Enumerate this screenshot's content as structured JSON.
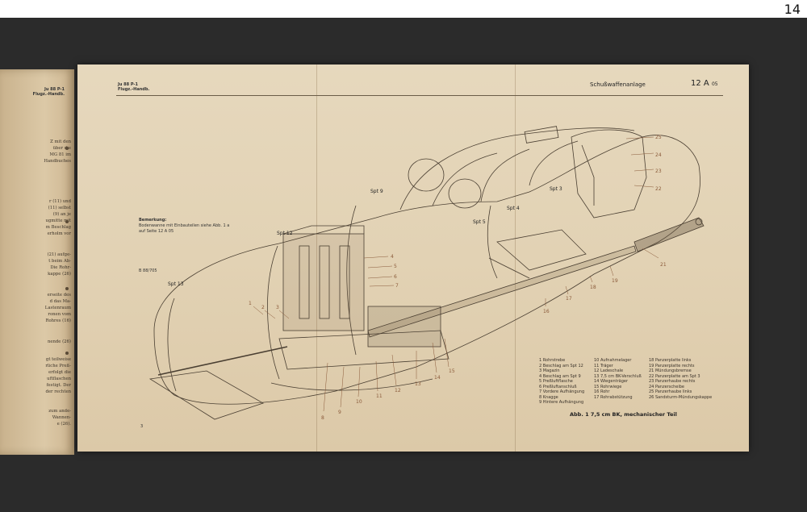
{
  "viewer": {
    "page_number": "14"
  },
  "left_page": {
    "header_lines": [
      "Ju 88 P-1",
      "Flugz.-Handb."
    ],
    "text_fragments": [
      "Z mit den",
      "über die",
      "MG 81 im",
      "Handbuches",
      "r (11) und",
      "(11) selbst",
      "(9) an je",
      "ugmitte mit",
      "m Beschlag",
      "erholm vor",
      "(21) aufge-",
      "t beim Ab-",
      "Die Rohr-",
      "kappe (26)",
      "erseite des",
      "d das Ma-",
      "Lastenraum",
      "ronen vom",
      "Rohres (16)",
      "nende (26)",
      "gt teilweise",
      "rliche Preß-",
      "erfolgt die",
      "uftflaschen",
      "festigt. Der",
      "der rechten",
      "zum ande-",
      "Wannen-",
      "e (26)."
    ]
  },
  "page": {
    "header_left": [
      "Ju 88 P-1",
      "Flugz.-Handb."
    ],
    "header_title": "Schußwaffenanlage",
    "header_code": "12 A",
    "header_code_sub": "05",
    "remark_title": "Bemerkung:",
    "remark_lines": [
      "Bodenwanne mit Einbauteilen siehe Abb. 1 a",
      "auf Seite 12 A 05"
    ],
    "drawing_number": "B 88/705",
    "corner_number": "3",
    "frame_labels": [
      "Spt 3",
      "Spt 4",
      "Spt 5",
      "Spt 9",
      "Spt 12",
      "Spt 13"
    ],
    "callouts": [
      "1",
      "2",
      "3",
      "4",
      "5",
      "6",
      "7",
      "8",
      "9",
      "10",
      "11",
      "12",
      "13",
      "14",
      "15",
      "16",
      "17",
      "18",
      "19",
      "21",
      "22",
      "23",
      "24",
      "25"
    ],
    "legend": [
      [
        "1 Rohrstrebe",
        "2 Beschlag am Spt 12",
        "3 Magazin",
        "4 Beschlag am Spt 9",
        "5 Preßluftflasche",
        "6 Preßluftanschluß",
        "7 Vordere Aufhängung",
        "8 Knagge",
        "9 Hintere Aufhängung"
      ],
      [
        "10 Aufnahmelager",
        "11 Träger",
        "12 Ladeschale",
        "13 7,5 cm BK-Verschluß",
        "14 Wiegenträger",
        "15 Rohrwiege",
        "16 Rohr",
        "17 Rohrabstützung"
      ],
      [
        "18 Panzerplatte links",
        "19 Panzerplatte rechts",
        "21 Mündungsbremse",
        "22 Panzerplatte am Spt 3",
        "23 Panzerhaube rechts",
        "24 Panzerscheibe",
        "25 Panzerhaube links",
        "26 Sandsturm-Mündungskappe"
      ]
    ],
    "caption": "Abb. 1   7,5 cm BK, mechanischer Teil"
  }
}
